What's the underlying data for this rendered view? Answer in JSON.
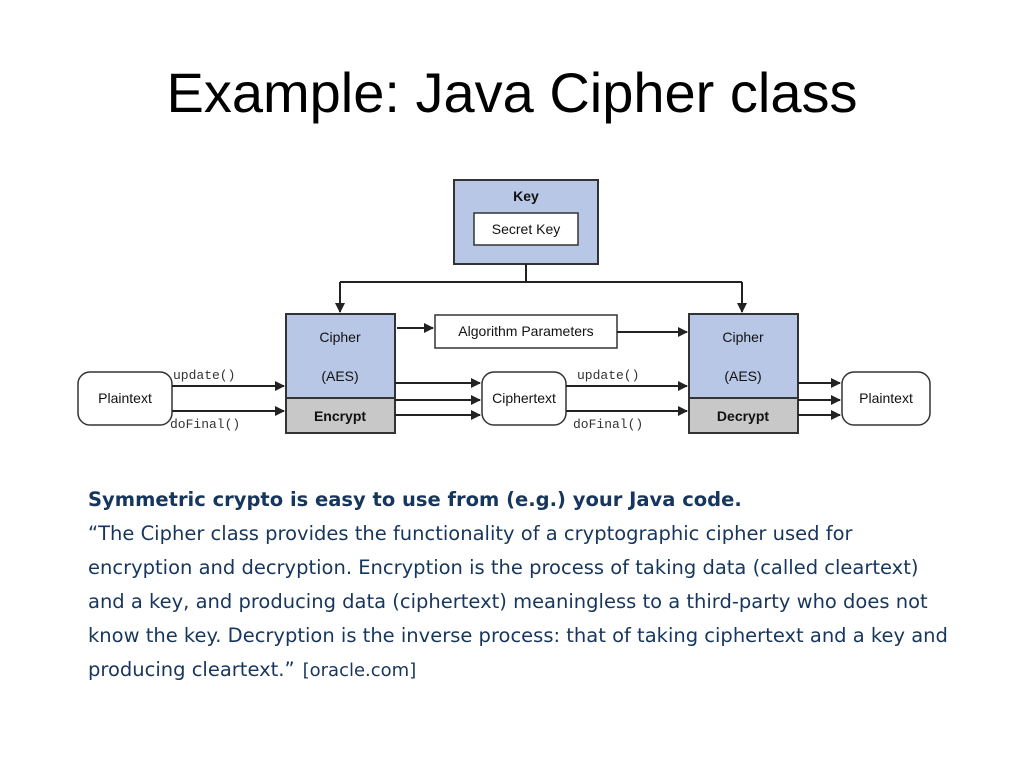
{
  "slide": {
    "title": "Example: Java Cipher class"
  },
  "diagram": {
    "key_box": {
      "title": "Key",
      "inner": "Secret Key"
    },
    "algorithm_parameters": "Algorithm Parameters",
    "cipher_left": {
      "line1": "Cipher",
      "line2": "(AES)",
      "mode": "Encrypt"
    },
    "cipher_right": {
      "line1": "Cipher",
      "line2": "(AES)",
      "mode": "Decrypt"
    },
    "plaintext_in": "Plaintext",
    "ciphertext": "Ciphertext",
    "plaintext_out": "Plaintext",
    "method_update_left": "update()",
    "method_dofinal_left": "doFinal()",
    "method_update_right": "update()",
    "method_dofinal_right": "doFinal()",
    "colors": {
      "box_blue": "#b8c7e6",
      "box_gray": "#c8c8c8",
      "border": "#333333"
    }
  },
  "body": {
    "lead": "Symmetric crypto is easy to use from (e.g.) your Java code.",
    "quote": "“The Cipher class provides the functionality of a cryptographic cipher used for encryption and decryption. Encryption is the process of taking data (called cleartext) and a key, and producing data (ciphertext) meaningless to a third-party who does not know the key. Decryption is the inverse process: that of taking ciphertext and a key and producing cleartext.”",
    "source": "[oracle.com]"
  }
}
